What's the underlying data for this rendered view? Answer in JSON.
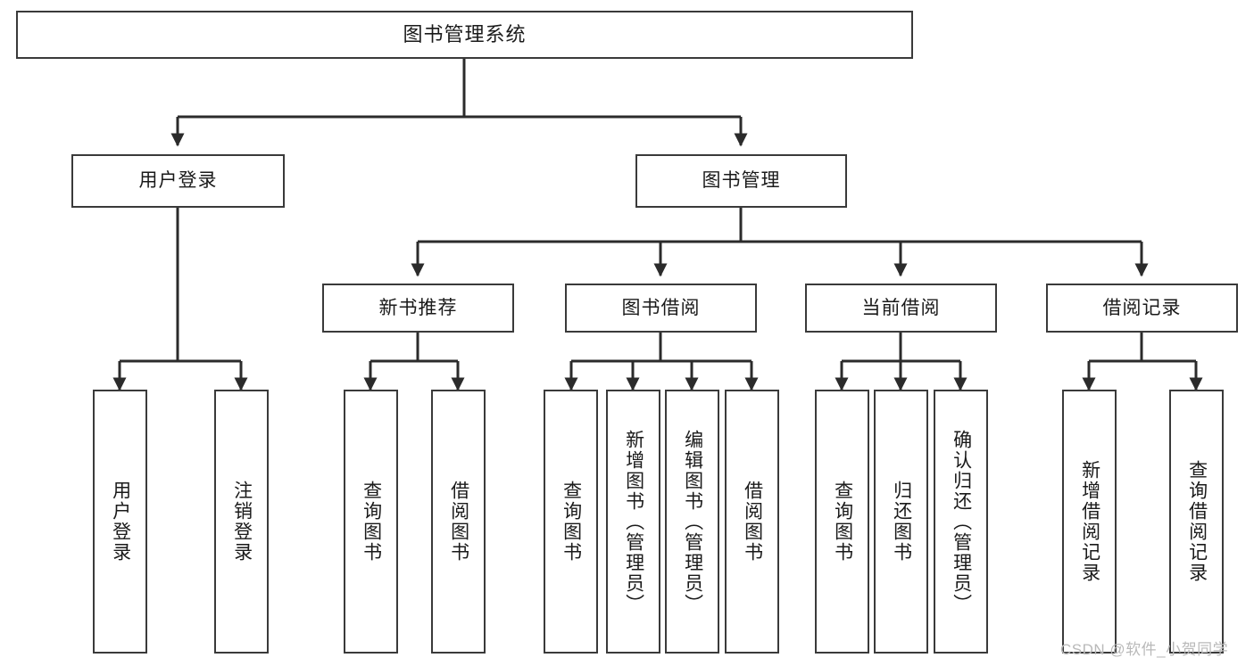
{
  "diagram": {
    "type": "tree-hierarchy",
    "title": "图书管理系统",
    "watermark": "CSDN @软件_小贺同学",
    "colors": {
      "border": "#3a3a3a",
      "background": "#ffffff",
      "text": "#1a1a1a",
      "connector": "#2b2b2b",
      "watermark": "#b9b9b9"
    },
    "nodes": {
      "root": {
        "label": "图书管理系统"
      },
      "level1": [
        {
          "id": "user-login",
          "label": "用户登录"
        },
        {
          "id": "book-management",
          "label": "图书管理"
        }
      ],
      "level2": [
        {
          "id": "new-book-recommend",
          "label": "新书推荐",
          "parent": "book-management"
        },
        {
          "id": "book-borrow",
          "label": "图书借阅",
          "parent": "book-management"
        },
        {
          "id": "current-borrow",
          "label": "当前借阅",
          "parent": "book-management"
        },
        {
          "id": "borrow-record",
          "label": "借阅记录",
          "parent": "book-management"
        }
      ],
      "leaves": [
        {
          "id": "leaf-user-login",
          "label": "用户登录",
          "parent": "user-login"
        },
        {
          "id": "leaf-logout-login",
          "label": "注销登录",
          "parent": "user-login"
        },
        {
          "id": "leaf-query-book-1",
          "label": "查询图书",
          "parent": "new-book-recommend"
        },
        {
          "id": "leaf-borrow-book-1",
          "label": "借阅图书",
          "parent": "new-book-recommend"
        },
        {
          "id": "leaf-query-book-2",
          "label": "查询图书",
          "parent": "book-borrow"
        },
        {
          "id": "leaf-add-book",
          "label": "新增图书（管理员）",
          "parent": "book-borrow"
        },
        {
          "id": "leaf-edit-book",
          "label": "编辑图书（管理员）",
          "parent": "book-borrow"
        },
        {
          "id": "leaf-borrow-book-2",
          "label": "借阅图书",
          "parent": "book-borrow"
        },
        {
          "id": "leaf-query-book-3",
          "label": "查询图书",
          "parent": "current-borrow"
        },
        {
          "id": "leaf-return-book",
          "label": "归还图书",
          "parent": "current-borrow"
        },
        {
          "id": "leaf-confirm-return",
          "label": "确认归还（管理员）",
          "parent": "current-borrow"
        },
        {
          "id": "leaf-add-record",
          "label": "新增借阅记录",
          "parent": "borrow-record"
        },
        {
          "id": "leaf-query-record",
          "label": "查询借阅记录",
          "parent": "borrow-record"
        }
      ]
    }
  }
}
